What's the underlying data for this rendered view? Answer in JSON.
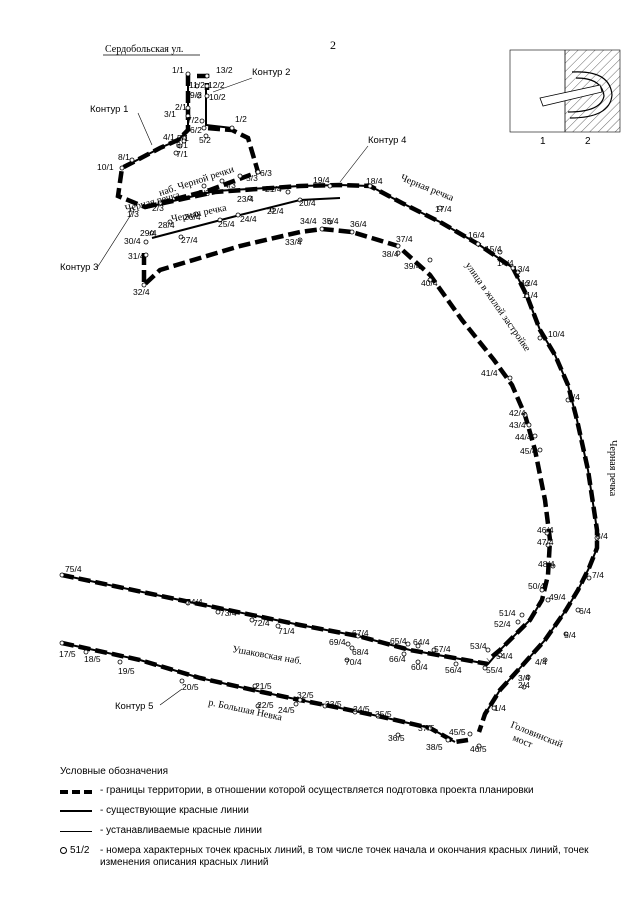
{
  "page_number": "2",
  "streets": {
    "serdobolskaya": "Сердобольская ул.",
    "chernoy_rechki_emb": "наб. Черной речки",
    "chernaya_rechka_1": "Черная речка",
    "chernaya_rechka_2": "Черная речка",
    "chernaya_rechka_top": "Черная речка",
    "chernaya_rechka_right": "Черная речка",
    "ulitsa_v_zastroyke": "улица в жилой застройке",
    "ushakovskaya": "Ушаковская наб.",
    "bolshaya_nevka": "р. Большая Невка",
    "golovinsky": "Головинский",
    "most": "мост"
  },
  "contours": {
    "c1": "Контур 1",
    "c2": "Контур 2",
    "c3": "Контур 3",
    "c4": "Контур 4",
    "c5": "Контур 5"
  },
  "inset": {
    "label1": "1",
    "label2": "2"
  },
  "points": {
    "p1_1": "1/1",
    "p2_1": "2/1",
    "p3_1": "3/1",
    "p4_1": "4/1",
    "p5_1": "5/1",
    "p6_1": "6/1",
    "p7_1": "7/1",
    "p8_1": "8/1",
    "p10_1": "10/1",
    "p1_2": "1/2",
    "p2_2": "2/3",
    "p5_2": "5/2",
    "p6_2": "6/2",
    "p7_2": "7/2",
    "p9_2": "9/2",
    "p10_2": "10/2",
    "p11_2": "11/2",
    "p12_2": "12/2",
    "p13_2": "13/2",
    "p1_3": "1/3",
    "p3_3": "3/3",
    "p4_3": "4/3",
    "p5_3": "5/3",
    "p6_3": "6/3",
    "p1_4": "1/4",
    "p2_4": "2/4",
    "p3_4": "3/4",
    "p4_4": "4/4",
    "p5_4": "5/4",
    "p6_4": "6/4",
    "p7_4": "7/4",
    "p8_4": "8/4",
    "p9_4": "9/4",
    "p10_4": "10/4",
    "p11_4": "11/4",
    "p12_4": "12/4",
    "p13_4": "13/4",
    "p14_4": "14/4",
    "p15_4": "15/4",
    "p16_4": "16/4",
    "p17_4": "17/4",
    "p18_4": "18/4",
    "p19_4": "19/4",
    "p20_4": "20/4",
    "p21_4": "21/4",
    "p22_4": "22/4",
    "p23_4": "23/4",
    "p24_4": "24/4",
    "p25_4": "25/4",
    "p26_4": "26/4",
    "p27_4": "27/4",
    "p28_4": "28/4",
    "p29_4": "29/4",
    "p30_4": "30/4",
    "p31_4": "31/4",
    "p32_4": "32/4",
    "p33_4": "33/4",
    "p34_4": "34/4",
    "p35_4": "35/4",
    "p36_4": "36/4",
    "p37_4": "37/4",
    "p38_4": "38/4",
    "p39_4": "39/4",
    "p40_4": "40/4",
    "p41_4": "41/4",
    "p42_4": "42/4",
    "p43_4": "43/4",
    "p44_4": "44/4",
    "p45_4": "45/4",
    "p46_4": "46/4",
    "p47_4": "47/4",
    "p48_4": "48/4",
    "p49_4": "49/4",
    "p50_4": "50/4",
    "p51_4": "51/4",
    "p52_4": "52/4",
    "p53_4": "53/4",
    "p54_4": "54/4",
    "p55_4": "55/4",
    "p56_4": "56/4",
    "p57_4": "57/4",
    "p60_4": "60/4",
    "p64_4": "64/4",
    "p65_4": "65/4",
    "p66_4": "66/4",
    "p67_4": "67/4",
    "p68_4": "68/4",
    "p69_4": "69/4",
    "p70_4": "70/4",
    "p71_4": "71/4",
    "p72_4": "72/4",
    "p73_4": "73/4",
    "p74_4": "74/4",
    "p75_4": "75/4",
    "p17_5": "17/5",
    "p18_5": "18/5",
    "p19_5": "19/5",
    "p20_5": "20/5",
    "p21_5": "21/5",
    "p22_5": "22/5",
    "p24_5": "24/5",
    "p32_5": "32/5",
    "p33_5": "33/5",
    "p34_5": "34/5",
    "p35_5": "35/5",
    "p36_5": "36/5",
    "p37_5": "37/5",
    "p38_5": "38/5",
    "p45_5": "45/5",
    "p46_5": "46/5"
  },
  "legend": {
    "title": "Условные обозначения",
    "items": [
      {
        "text": "- границы территории, в отношении которой осуществляется подготовка проекта планировки"
      },
      {
        "text": "- существующие красные линии"
      },
      {
        "text": "- устанавливаемые красные линии"
      },
      {
        "symbol_label": "51/2",
        "text": "- номера характерных точек красных линий, в том числе точек начала и окончания красных линий, точек изменения описания красных линий"
      }
    ]
  }
}
